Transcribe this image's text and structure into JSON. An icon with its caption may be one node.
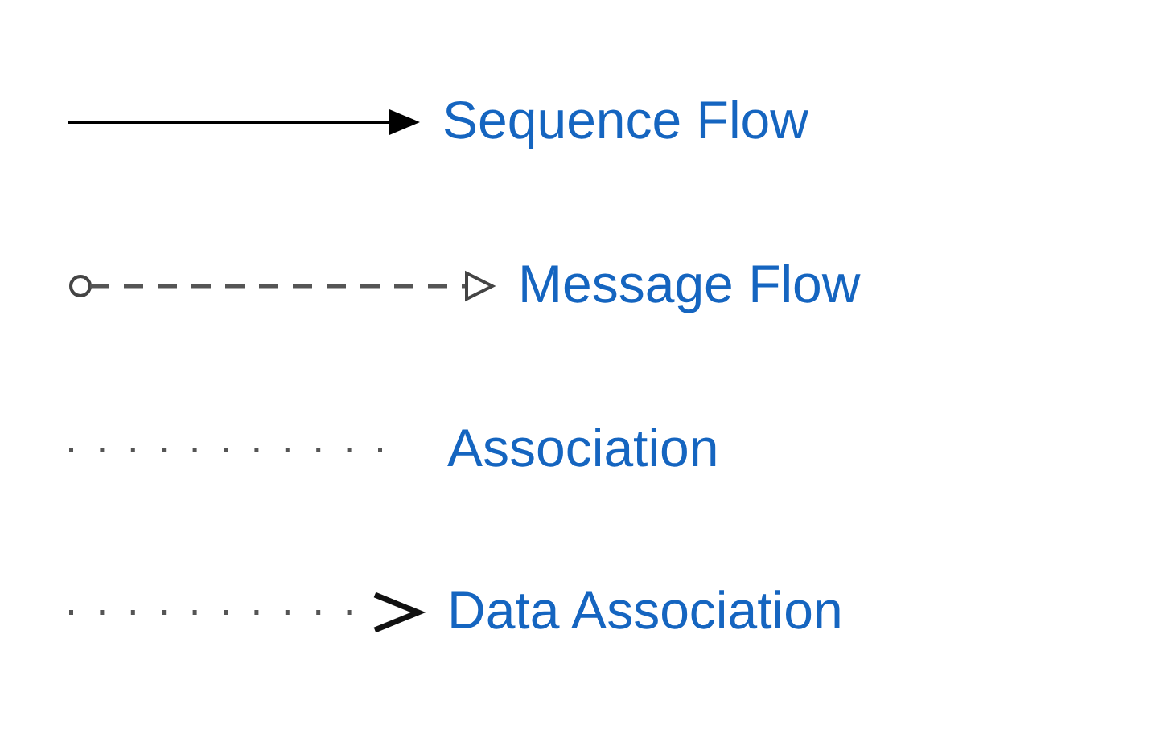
{
  "diagram": {
    "legend": [
      {
        "text": "Sequence Flow"
      },
      {
        "text": "Message Flow"
      },
      {
        "text": "Association"
      },
      {
        "text": "Data Association"
      }
    ]
  }
}
